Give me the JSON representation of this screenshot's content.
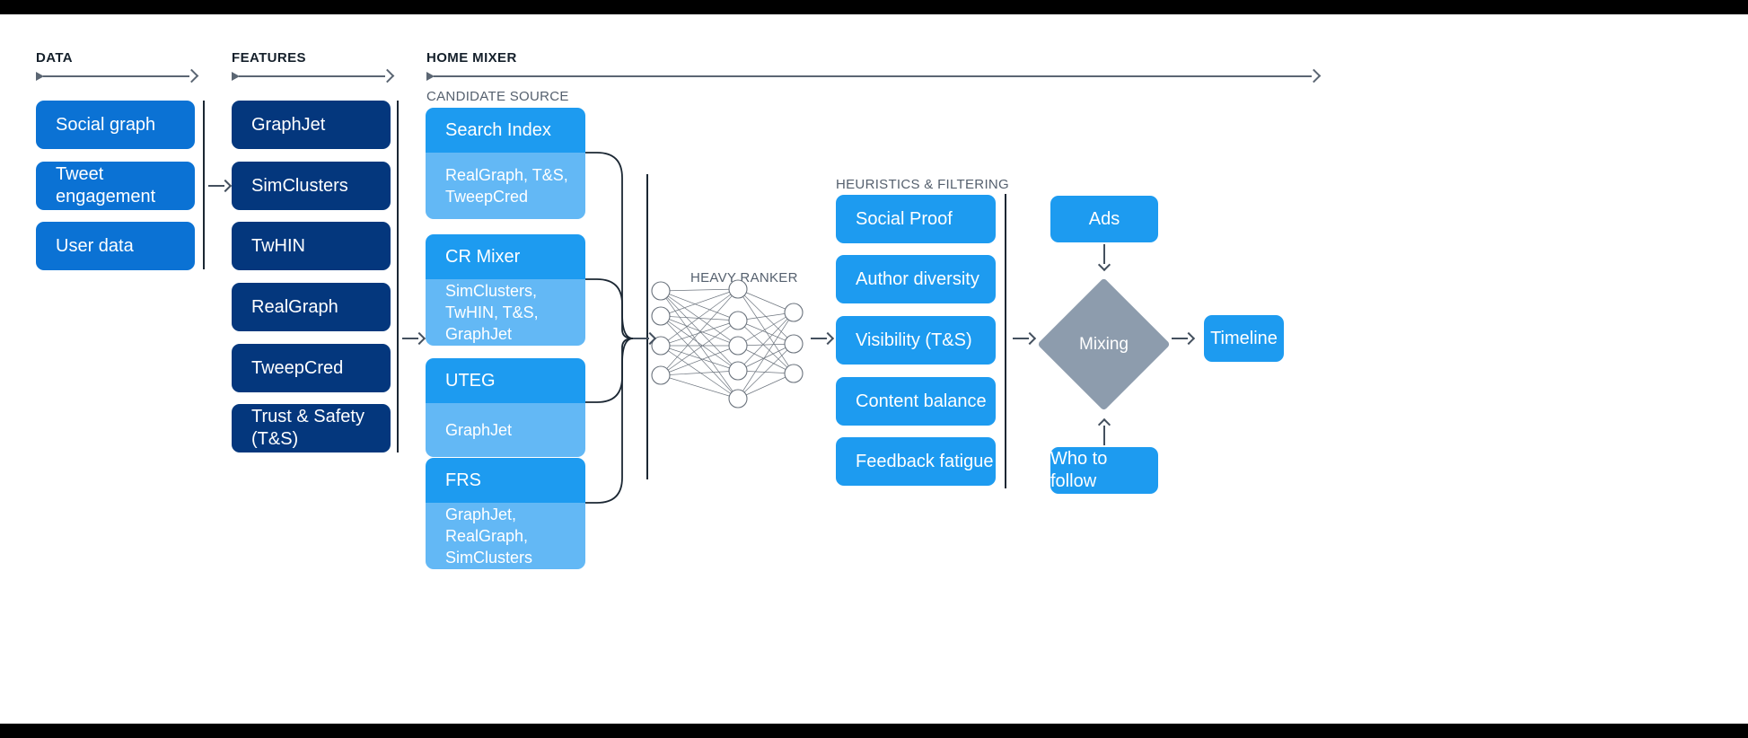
{
  "sections": {
    "data": {
      "title": "DATA"
    },
    "features": {
      "title": "FEATURES"
    },
    "home_mixer": {
      "title": "HOME MIXER"
    },
    "candidate_source": {
      "title": "CANDIDATE SOURCE"
    },
    "heavy_ranker": {
      "title": "HEAVY RANKER"
    },
    "heuristics": {
      "title": "HEURISTICS & FILTERING"
    }
  },
  "data_boxes": [
    {
      "label": "Social graph"
    },
    {
      "label": "Tweet engagement"
    },
    {
      "label": "User data"
    }
  ],
  "feature_boxes": [
    {
      "label": "GraphJet"
    },
    {
      "label": "SimClusters"
    },
    {
      "label": "TwHIN"
    },
    {
      "label": "RealGraph"
    },
    {
      "label": "TweepCred"
    },
    {
      "label": "Trust & Safety (T&S)"
    }
  ],
  "candidate_sources": [
    {
      "title": "Search Index",
      "features": "RealGraph, T&S, TweepCred"
    },
    {
      "title": "CR Mixer",
      "features": "SimClusters, TwHIN, T&S, GraphJet"
    },
    {
      "title": "UTEG",
      "features": "GraphJet"
    },
    {
      "title": "FRS",
      "features": "GraphJet, RealGraph, SimClusters"
    }
  ],
  "heuristic_boxes": [
    {
      "label": "Social Proof"
    },
    {
      "label": "Author diversity"
    },
    {
      "label": "Visibility (T&S)"
    },
    {
      "label": "Content balance"
    },
    {
      "label": "Feedback fatigue"
    }
  ],
  "mixing": {
    "label": "Mixing"
  },
  "outputs": {
    "ads": "Ads",
    "who_to_follow": "Who to follow",
    "timeline": "Timeline"
  },
  "neural_net": {
    "layers": [
      4,
      5,
      3
    ]
  },
  "colors": {
    "data_blue": "#0b72d4",
    "feature_navy": "#04377d",
    "accent_blue": "#1d9bf0",
    "light_blue": "#63b8f5",
    "mix_gray": "#8d9cad",
    "line_gray": "#44505e",
    "divider": "#1b2733"
  }
}
